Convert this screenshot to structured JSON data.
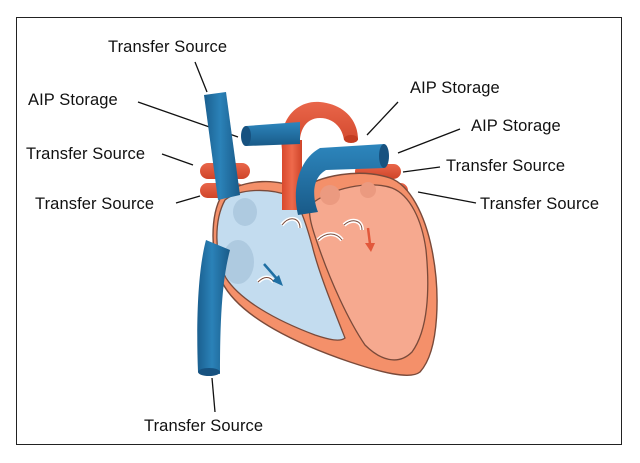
{
  "labels": {
    "top": "Transfer Source",
    "left_upper": "AIP Storage",
    "left_mid": "Transfer Source",
    "left_lower": "Transfer Source",
    "right_top": "AIP Storage",
    "right_upper": "AIP Storage",
    "right_mid": "Transfer Source",
    "right_lower": "Transfer Source",
    "bottom": "Transfer Source"
  },
  "colors": {
    "blue_vessel": "#1f6fa3",
    "red_vessel": "#e2583b",
    "right_chamber": "#c3dcef",
    "left_chamber": "#f6a98f",
    "outer_muscle": "#f4906a",
    "outline": "#7a4a3a"
  }
}
